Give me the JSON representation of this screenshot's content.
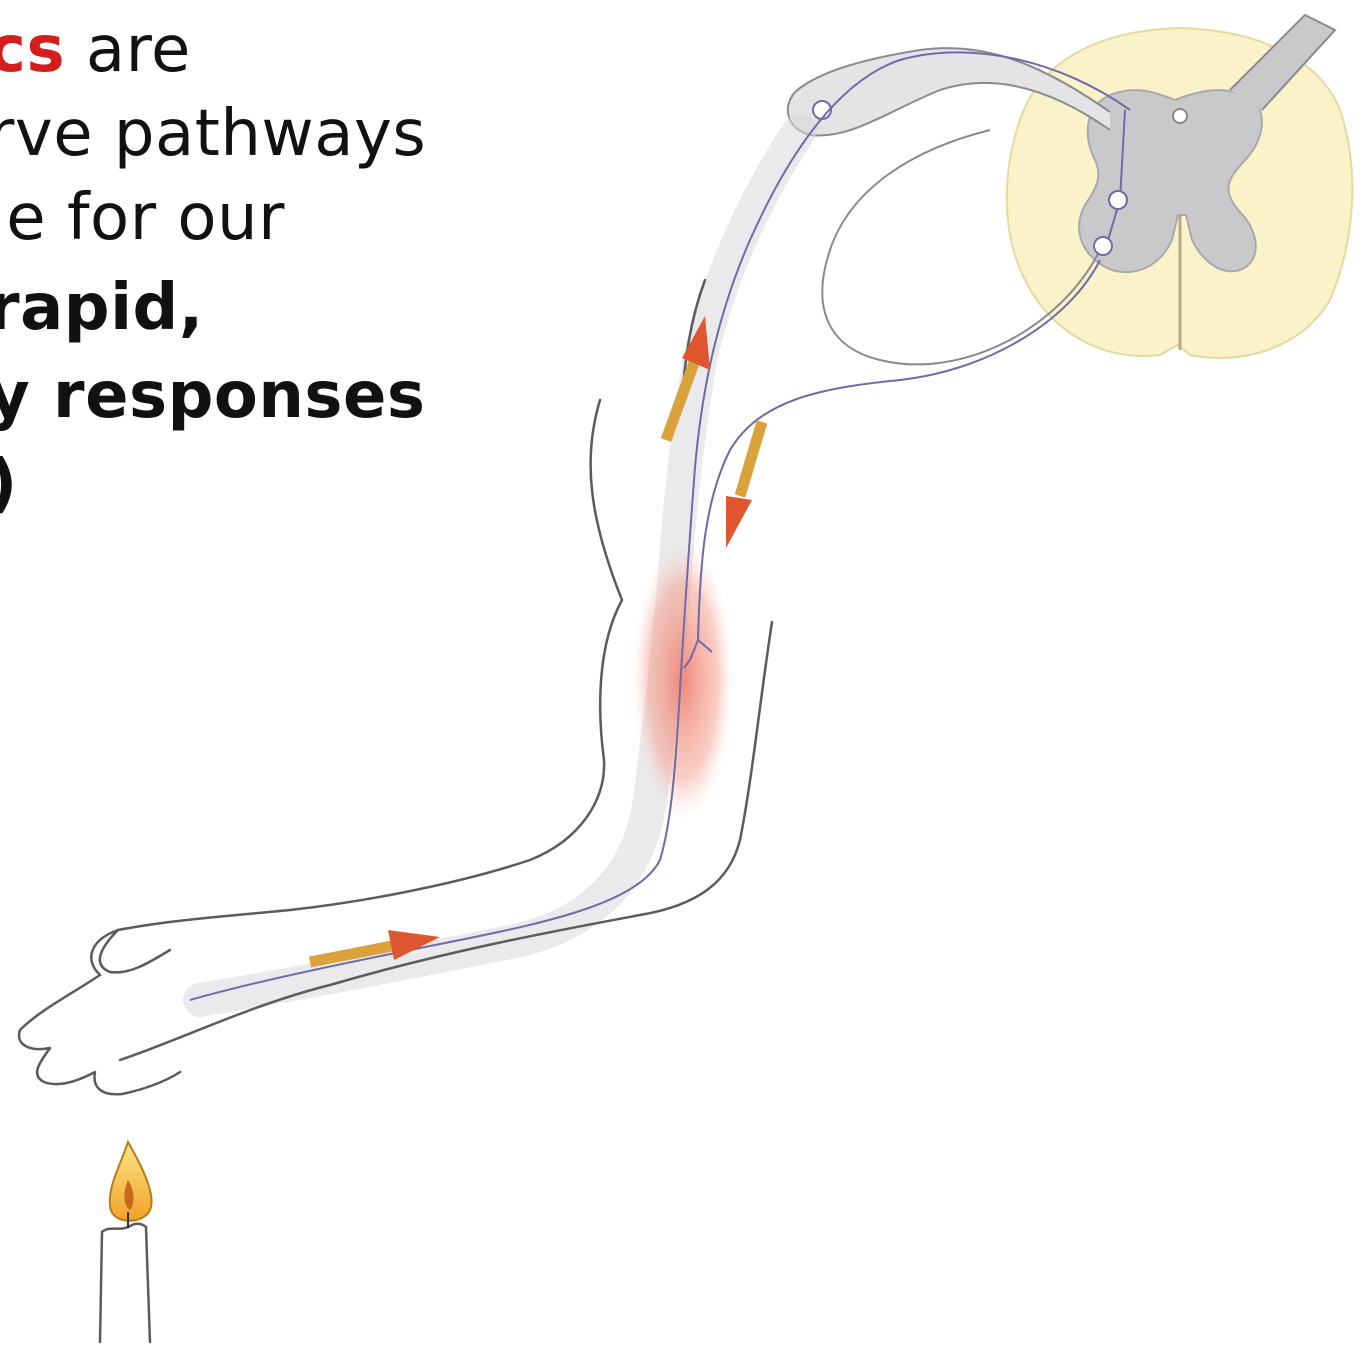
{
  "caption": {
    "lines": [
      {
        "accent": "cs",
        "text": " are"
      },
      {
        "text": "rve pathways"
      },
      {
        "text": "le for our"
      },
      {
        "text": "rapid,"
      },
      {
        "text": "y responses"
      },
      {
        "text": ")"
      }
    ]
  },
  "colors": {
    "accent_red": "#d41e1e",
    "text": "#111111",
    "outline": "#5b5b5b",
    "nerve": "#6f6aa8",
    "grey_matter": "#c9c9cc",
    "white_matter": "#faf2c8",
    "arrow_body": "#d9a23a",
    "arrow_head": "#e0562f",
    "muscle": "#f08f7e",
    "flame": "#f6c03a"
  },
  "icons": [
    "spinal-cord-icon",
    "arm-icon",
    "candle-icon",
    "signal-arrow-icon",
    "muscle-icon"
  ]
}
